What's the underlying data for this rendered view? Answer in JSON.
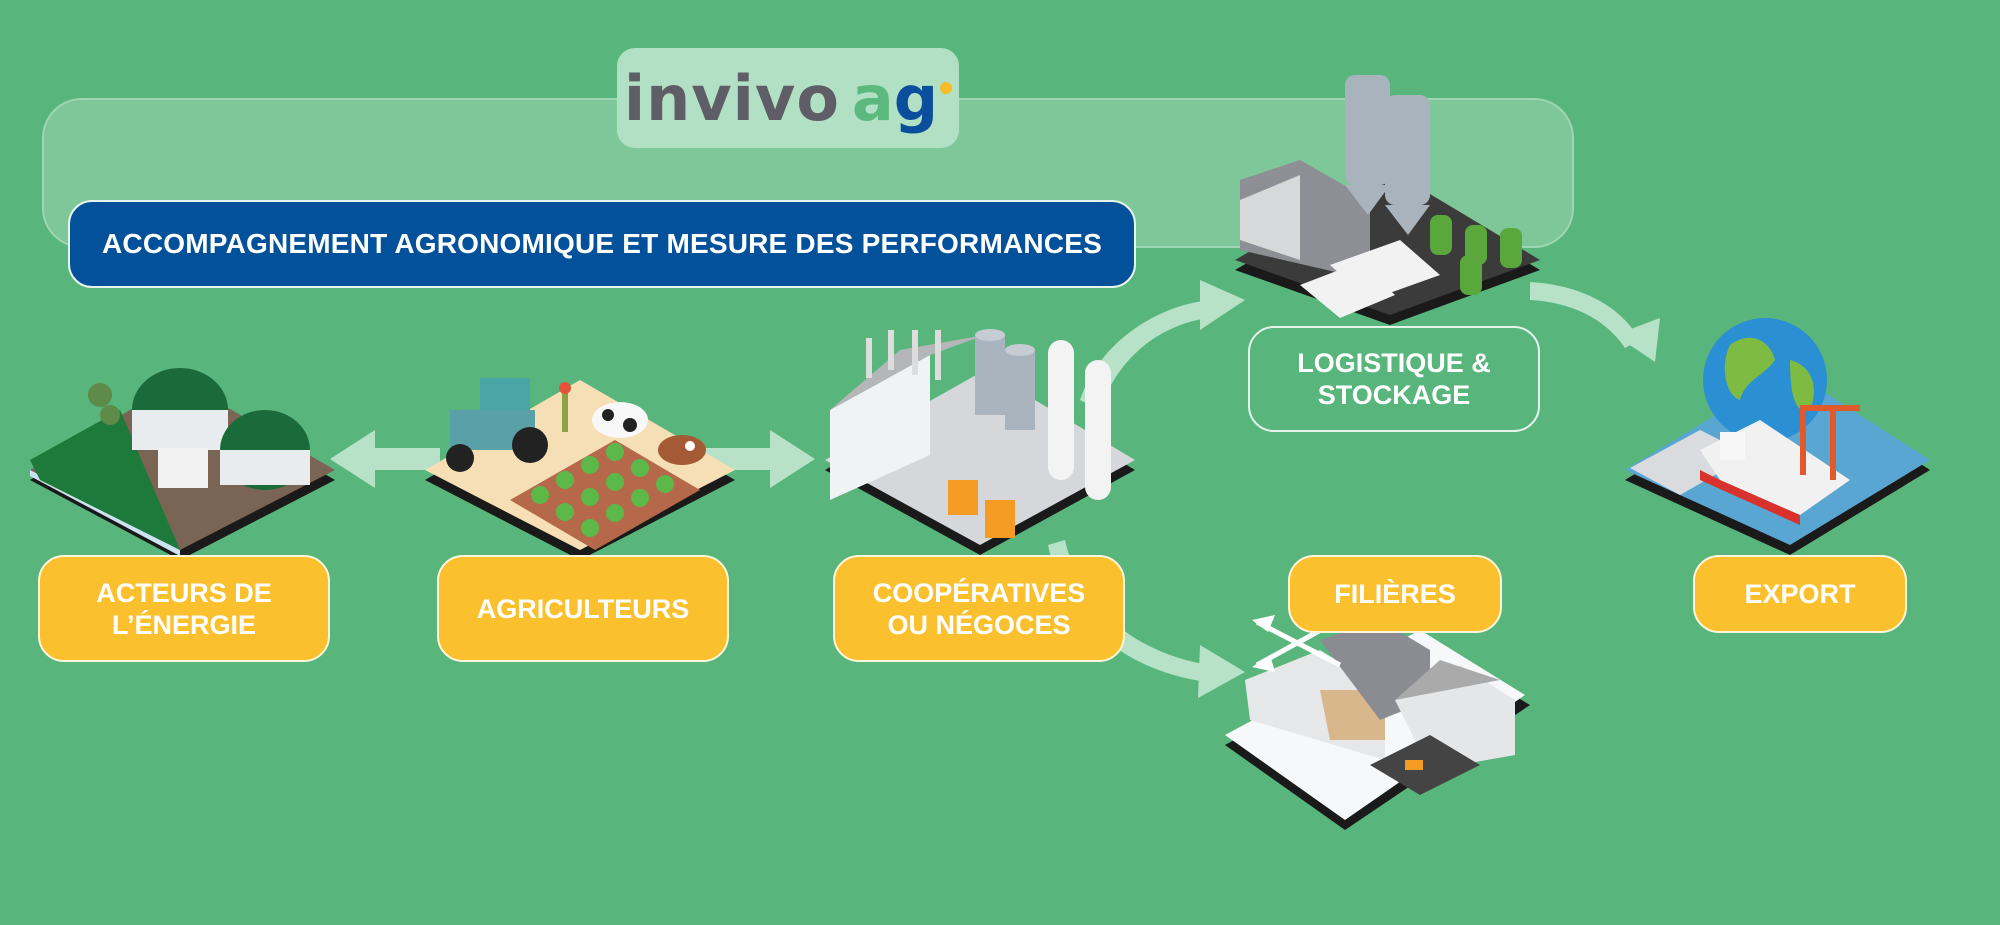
{
  "logo": {
    "brand_main": "invivo",
    "brand_suffix_a": "a",
    "brand_suffix_g": "g",
    "accent_dot_color": "#f7bb2a"
  },
  "banner": {
    "text": "ACCOMPAGNEMENT AGRONOMIQUE ET MESURE DES PERFORMANCES"
  },
  "nodes": {
    "energie": {
      "line1": "ACTEURS DE",
      "line2": "L’ÉNERGIE",
      "illustration": "biogas-plant"
    },
    "agriculteurs": {
      "label": "AGRICULTEURS",
      "illustration": "farm-tractor-cows"
    },
    "cooperatives": {
      "line1": "COOPÉRATIVES",
      "line2": "OU NÉGOCES",
      "illustration": "processing-plant"
    },
    "logistique": {
      "line1": "LOGISTIQUE &",
      "line2": "STOCKAGE",
      "illustration": "silos-trucks"
    },
    "filieres": {
      "label": "FILIÈRES",
      "illustration": "industrial-buildings"
    },
    "export": {
      "label": "EXPORT",
      "illustration": "globe-ship-port"
    }
  },
  "colors": {
    "background": "#58b67c",
    "banner": "#02519a",
    "label": "#fbc02d",
    "frame": "#7ec798",
    "arrow": "#b7e2c7"
  }
}
